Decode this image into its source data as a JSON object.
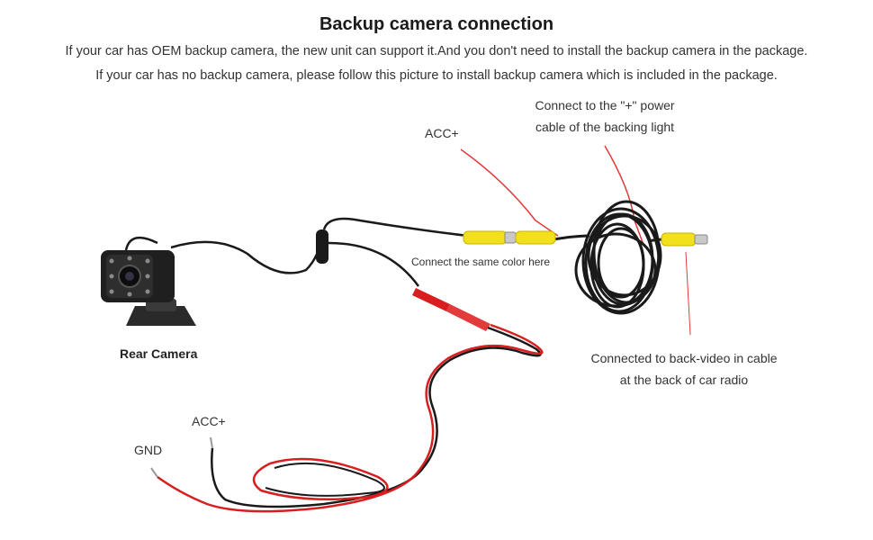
{
  "title": "Backup camera connection",
  "intro_lines": [
    "If your car has OEM backup camera, the new unit can support it.And you don't need to install the backup camera in the package.",
    "If your car has no backup camera, please follow this picture to install backup camera which is included in the package."
  ],
  "labels": {
    "acc_top": "ACC+",
    "power_line1": "Connect to the \"+\" power",
    "power_line2": "cable of the backing light",
    "same_color": "Connect the same color here",
    "rear_camera": "Rear Camera",
    "backvideo_line1": "Connected to back-video in cable",
    "backvideo_line2": "at the back of car radio",
    "acc_bottom": "ACC+",
    "gnd": "GND"
  },
  "colors": {
    "wire_red": "#d81e1e",
    "wire_black": "#1a1a1a",
    "connector_yellow": "#f2e01c",
    "annotation_red": "#e03a3a"
  }
}
